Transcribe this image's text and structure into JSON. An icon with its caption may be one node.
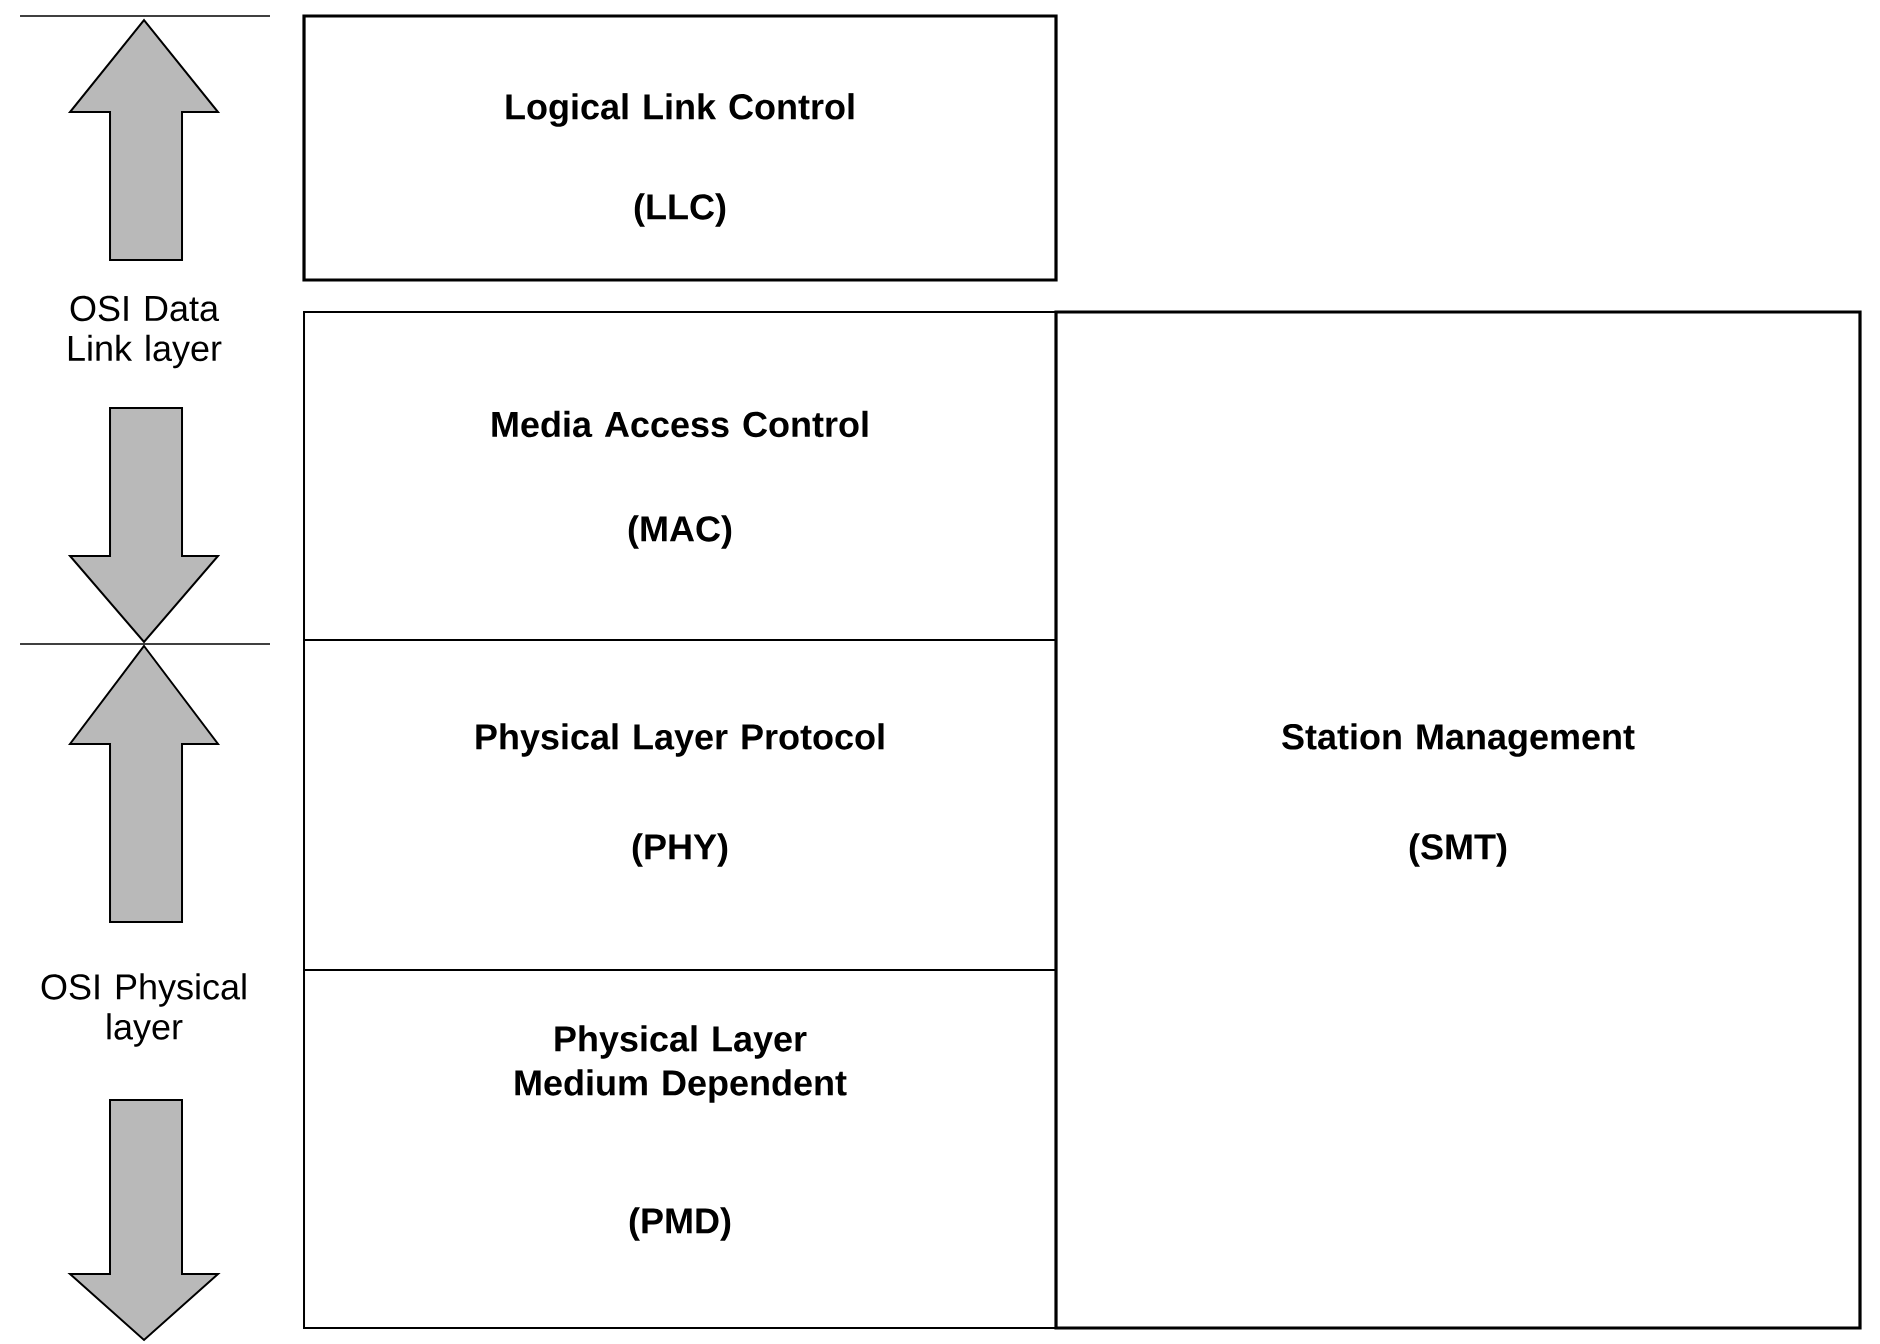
{
  "diagram": {
    "nodes": [
      {
        "text": [
          "Logical Link Control",
          "(LLC)"
        ]
      },
      {
        "text": [
          "Media Access Control",
          "(MAC)"
        ]
      },
      {
        "text": [
          "Physical Layer Protocol",
          "(PHY)"
        ]
      },
      {
        "text": [
          "Physical Layer Medium Dependent",
          "(PMD)"
        ]
      },
      {
        "text": [
          "Station Management",
          "(SMT)"
        ]
      }
    ],
    "labels": [
      "OSI Data Link layer",
      "OSI Physical layer"
    ]
  }
}
